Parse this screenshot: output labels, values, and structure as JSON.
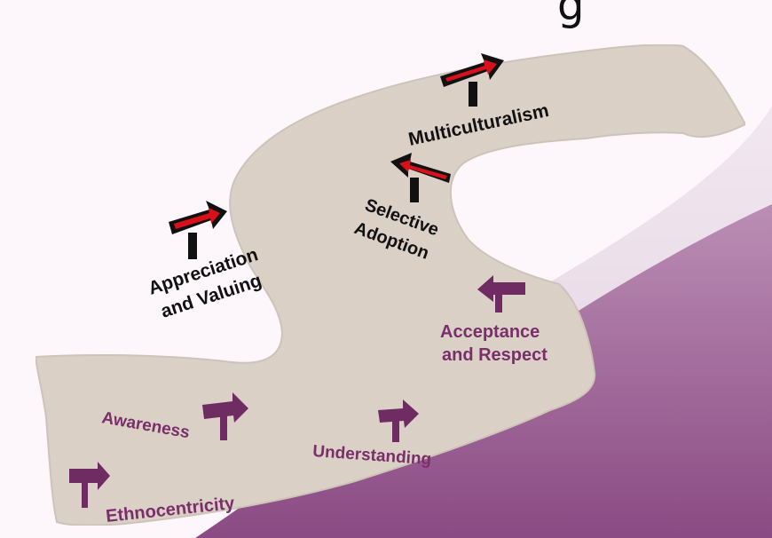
{
  "title_fragment": "g",
  "colors": {
    "background_top": "#fdf7fb",
    "background_purple": "#8d4f86",
    "path_fill": "#ddd3c9",
    "sign_red": "#d8101a",
    "sign_purple": "#6e2c62",
    "label_dark": "#111111",
    "label_purple": "#7a2e6a"
  },
  "stages": [
    {
      "id": "ethnocentricity",
      "label": "Ethnocentricity",
      "sign_style": "purple",
      "arrow": "right"
    },
    {
      "id": "awareness",
      "label": "Awareness",
      "sign_style": "purple",
      "arrow": "right"
    },
    {
      "id": "understanding",
      "label": "Understanding",
      "sign_style": "purple",
      "arrow": "right"
    },
    {
      "id": "acceptance",
      "label_lines": [
        "Acceptance",
        "and Respect"
      ],
      "sign_style": "purple",
      "arrow": "left"
    },
    {
      "id": "appreciation",
      "label_lines": [
        "Appreciation",
        "and Valuing"
      ],
      "sign_style": "red",
      "arrow": "right"
    },
    {
      "id": "selective",
      "label_lines": [
        "Selective",
        "Adoption"
      ],
      "sign_style": "red",
      "arrow": "left"
    },
    {
      "id": "multiculturalism",
      "label": "Multiculturalism",
      "sign_style": "red",
      "arrow": "right"
    }
  ]
}
